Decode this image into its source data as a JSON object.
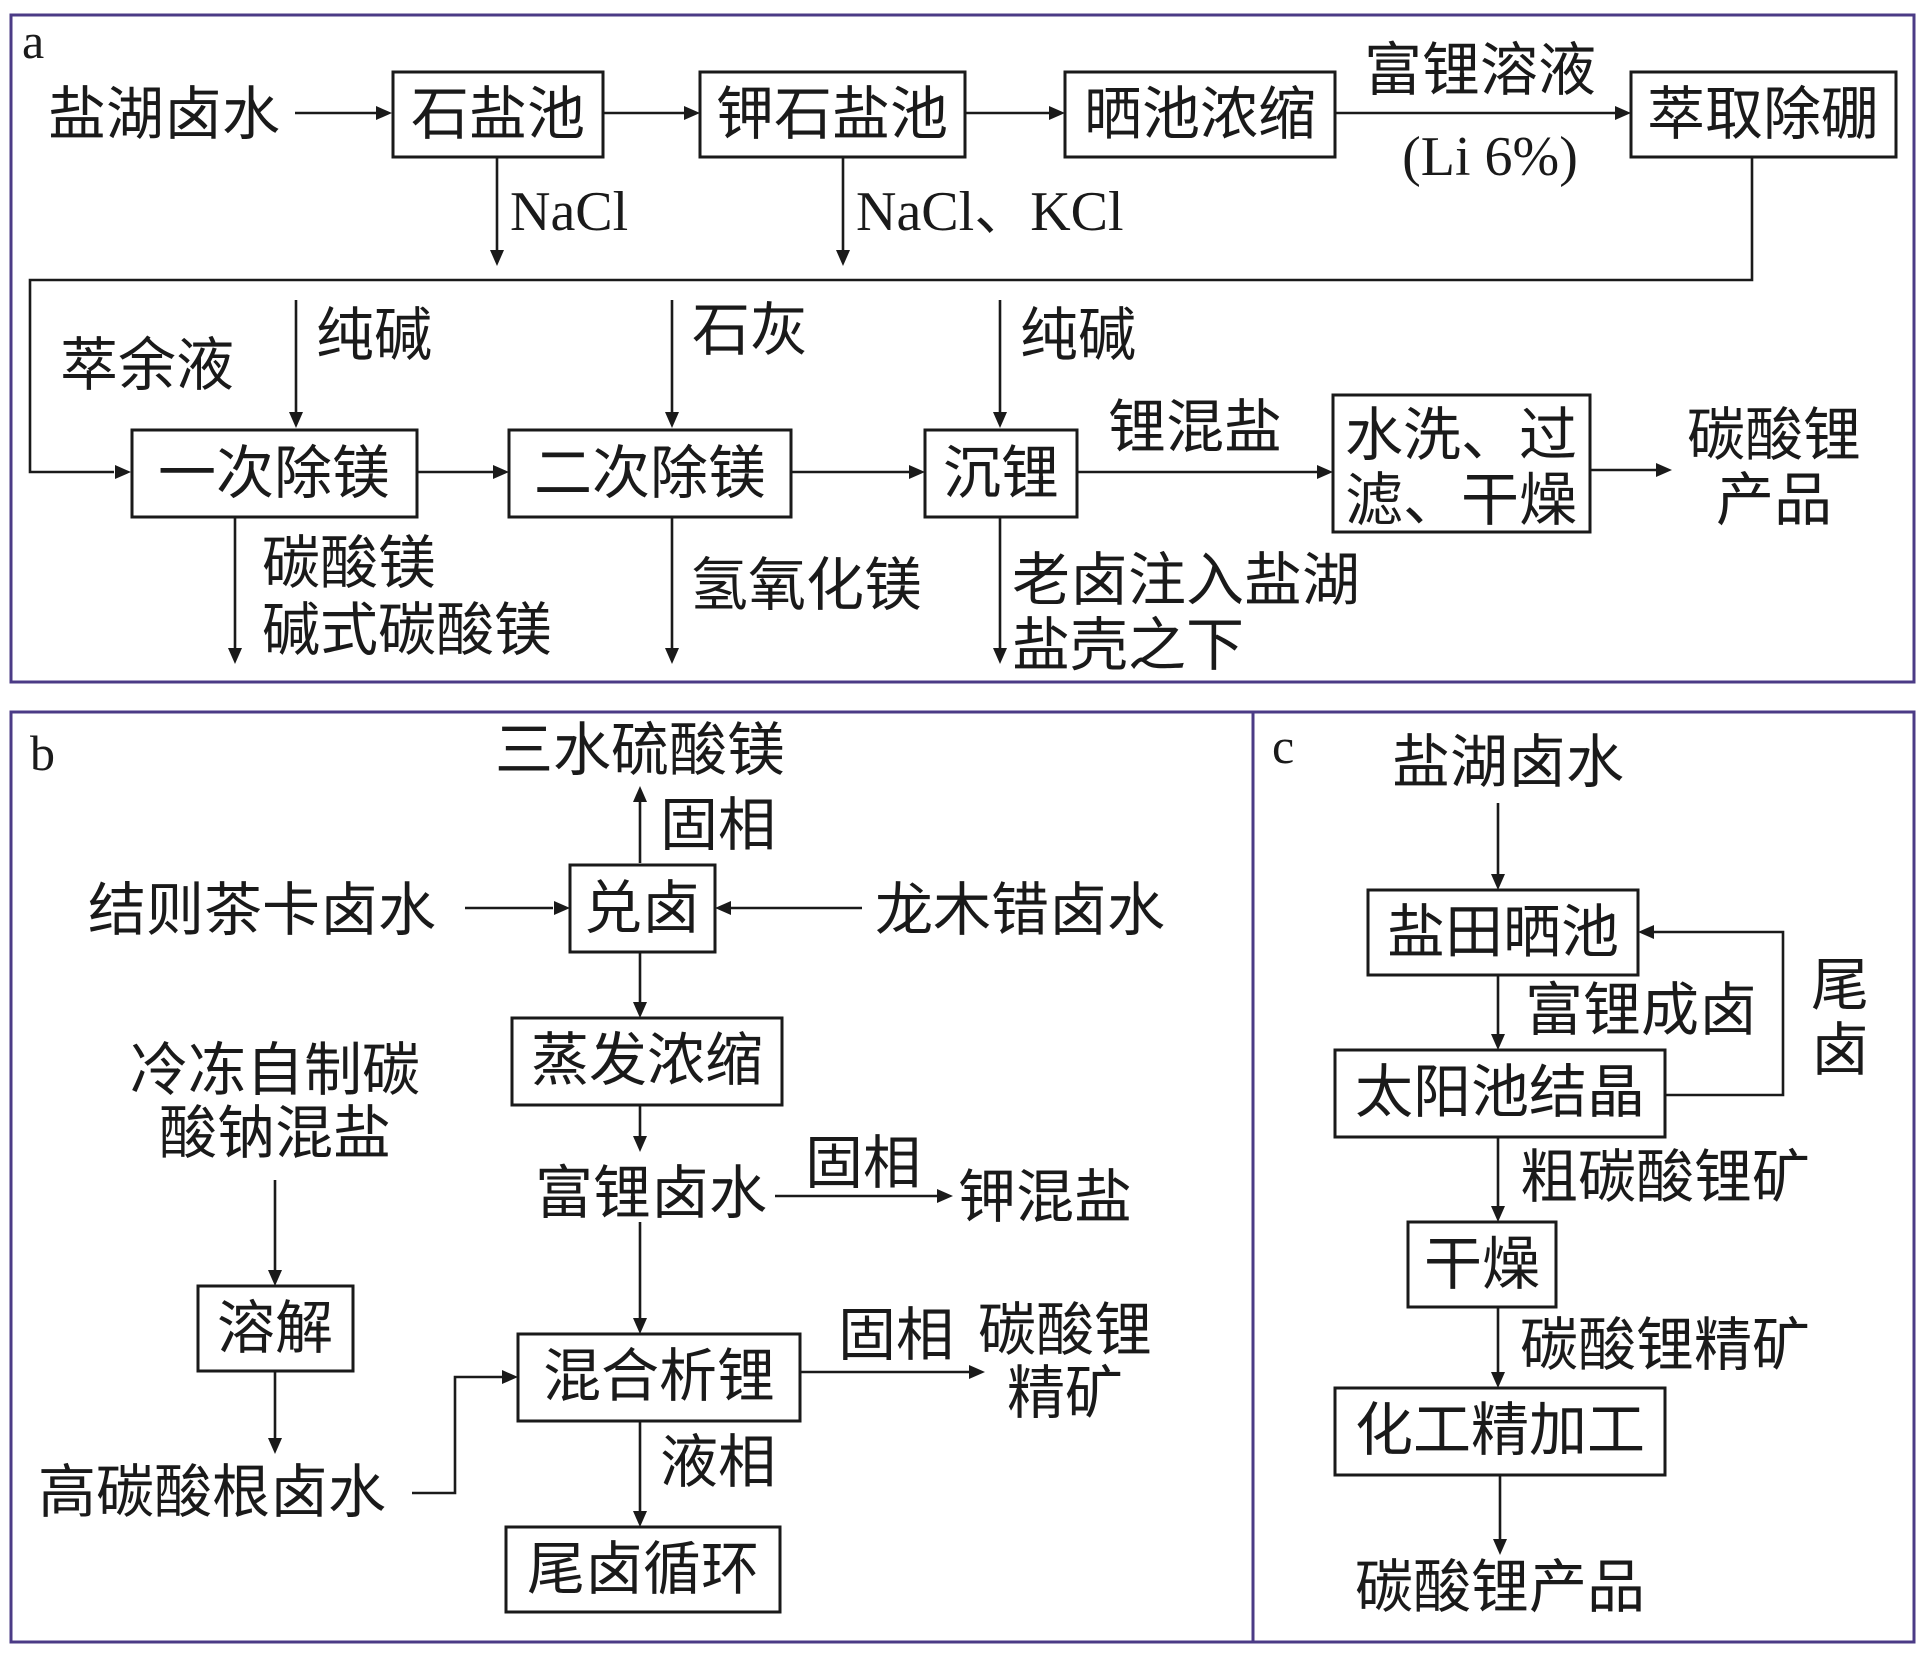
{
  "panel_a": {
    "label": "a",
    "source": "盐湖卤水",
    "box_shiyan": "石盐池",
    "out_nacl": "NaCl",
    "box_jiashiyan": "钾石盐池",
    "out_nacl_kcl": "NaCl、KCl",
    "box_shaichi": "晒池浓缩",
    "rich_li_1": "富锂溶液",
    "rich_li_2": "(Li 6%)",
    "box_cuiqu": "萃取除硼",
    "raffinate": "萃余液",
    "in_soda_1": "纯碱",
    "in_lime": "石灰",
    "in_soda_2": "纯碱",
    "box_mg1": "一次除镁",
    "box_mg2": "二次除镁",
    "box_chenli": "沉锂",
    "mixed_salt": "锂混盐",
    "box_wash_1": "水洗、过",
    "box_wash_2": "滤、干燥",
    "product_1": "碳酸锂",
    "product_2": "产品",
    "out_mgco3_1": "碳酸镁",
    "out_mgco3_2": "碱式碳酸镁",
    "out_mgoh": "氢氧化镁",
    "out_old_1": "老卤注入盐湖",
    "out_old_2": "盐壳之下"
  },
  "panel_b": {
    "label": "b",
    "top_product": "三水硫酸镁",
    "solid_1": "固相",
    "left_brine": "结则茶卡卤水",
    "box_duilu": "兑卤",
    "right_brine": "龙木错卤水",
    "box_evap": "蒸发浓缩",
    "freeze_1": "冷冻自制碳",
    "freeze_2": "酸钠混盐",
    "rich_brine": "富锂卤水",
    "solid_2": "固相",
    "k_salt": "钾混盐",
    "box_dissolve": "溶解",
    "box_mix": "混合析锂",
    "solid_3": "固相",
    "conc_1": "碳酸锂",
    "conc_2": "精矿",
    "liquid": "液相",
    "high_carb": "高碳酸根卤水",
    "box_tail": "尾卤循环"
  },
  "panel_c": {
    "label": "c",
    "source": "盐湖卤水",
    "box_salt_field": "盐田晒池",
    "rich_brine": "富锂成卤",
    "tail_1": "尾",
    "tail_2": "卤",
    "box_solar": "太阳池结晶",
    "crude": "粗碳酸锂矿",
    "box_dry": "干燥",
    "concentrate": "碳酸锂精矿",
    "box_chem": "化工精加工",
    "product": "碳酸锂产品"
  }
}
